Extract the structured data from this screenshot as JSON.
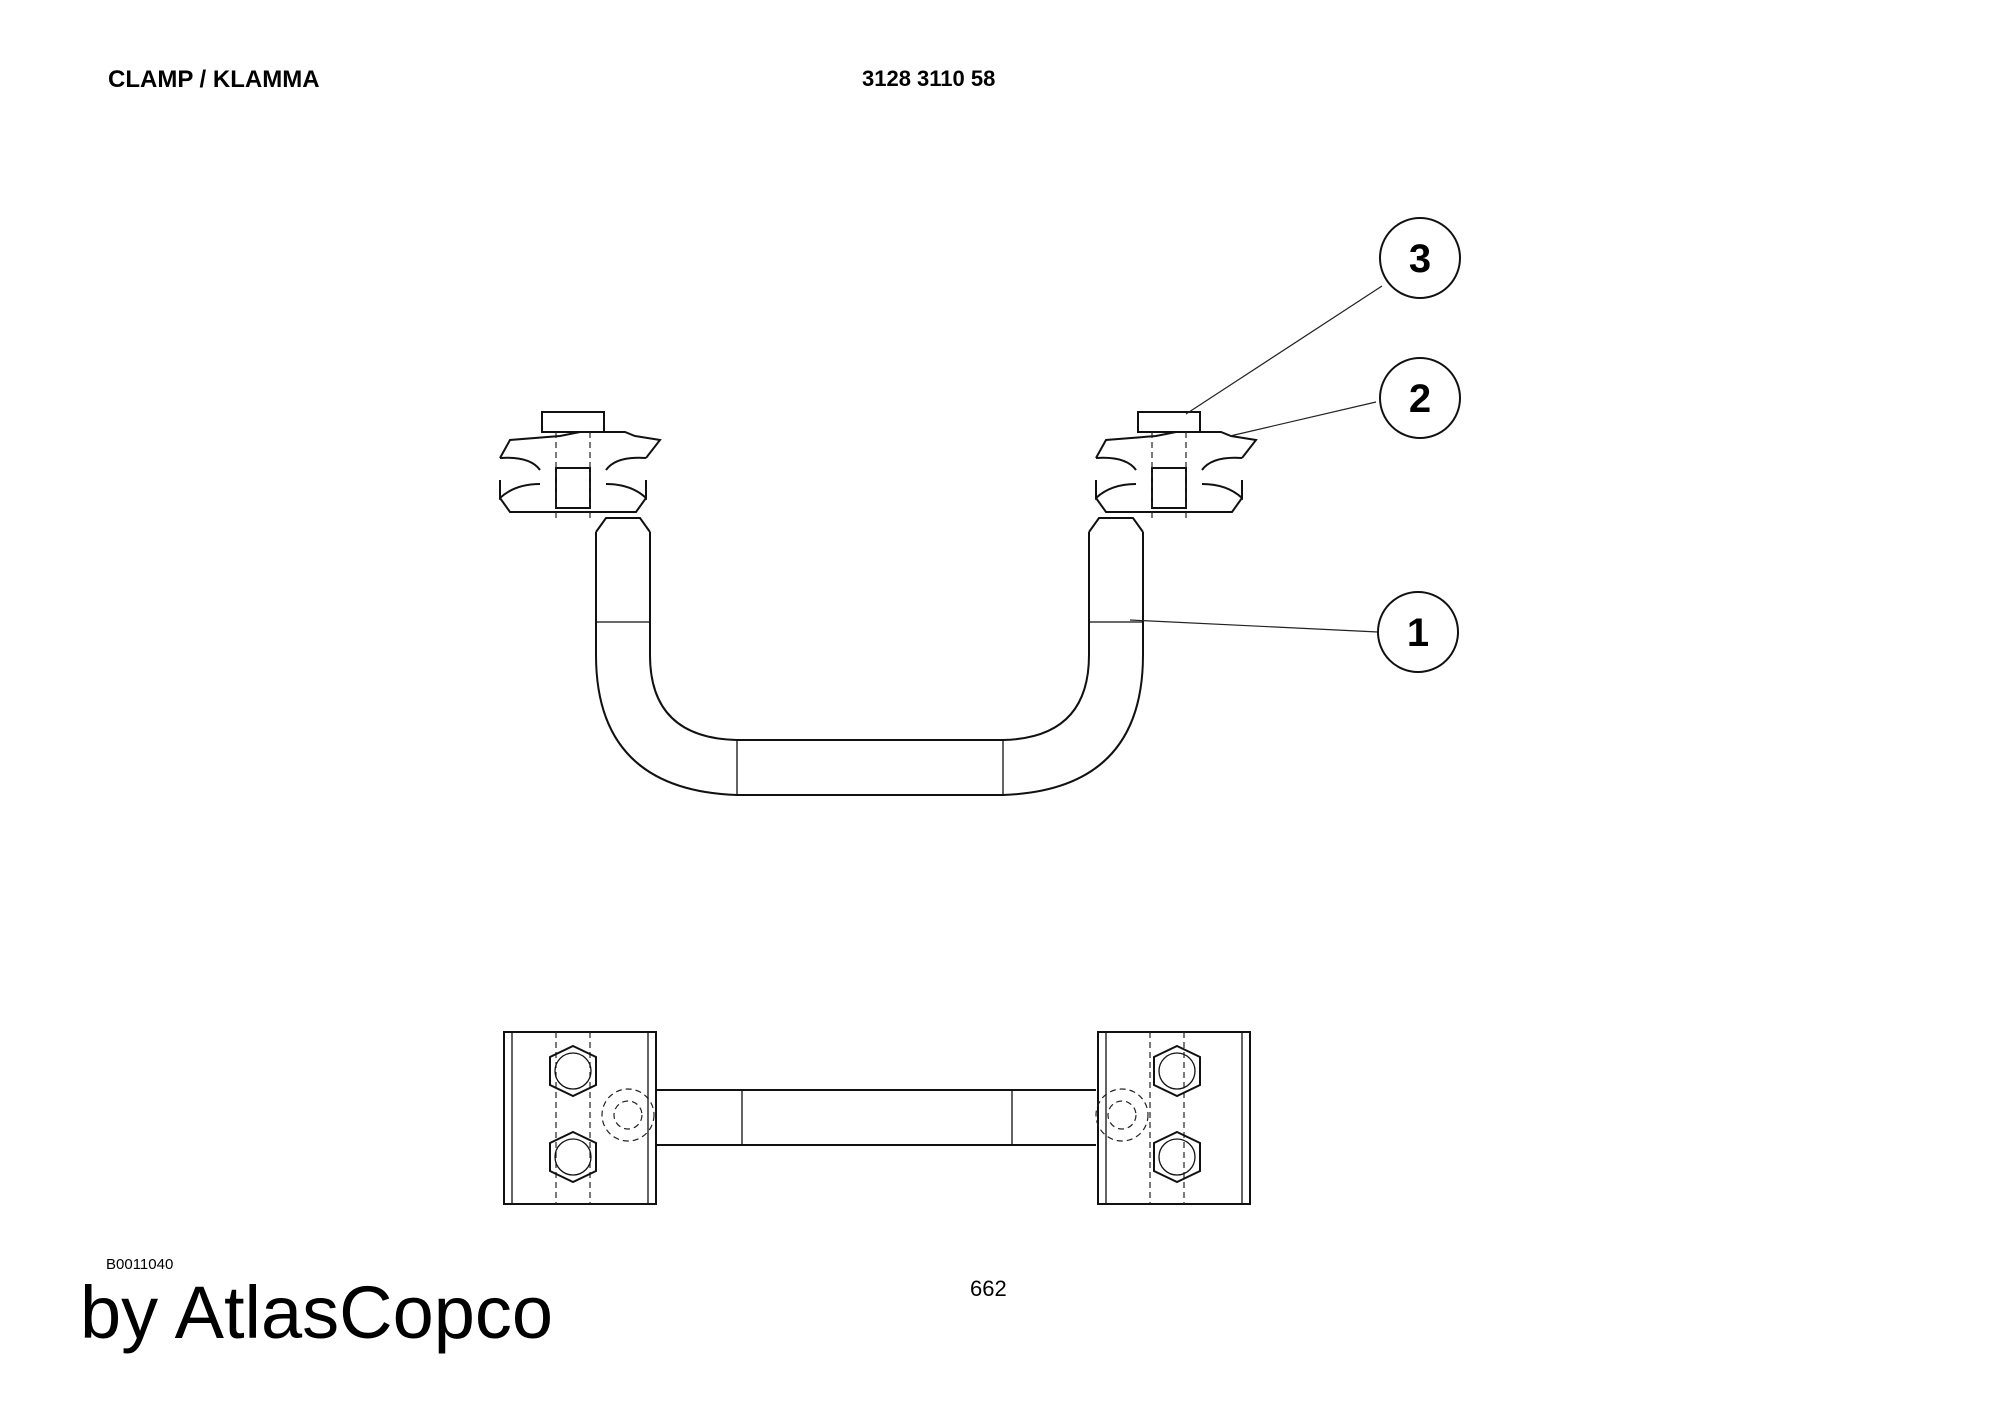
{
  "header": {
    "title": "CLAMP / KLAMMA",
    "part_number": "3128 3110 58"
  },
  "drawing": {
    "callouts": [
      "1",
      "2",
      "3"
    ]
  },
  "footer": {
    "drawing_code": "B0011040",
    "page_number": "662",
    "brand": "by AtlasCopco"
  }
}
